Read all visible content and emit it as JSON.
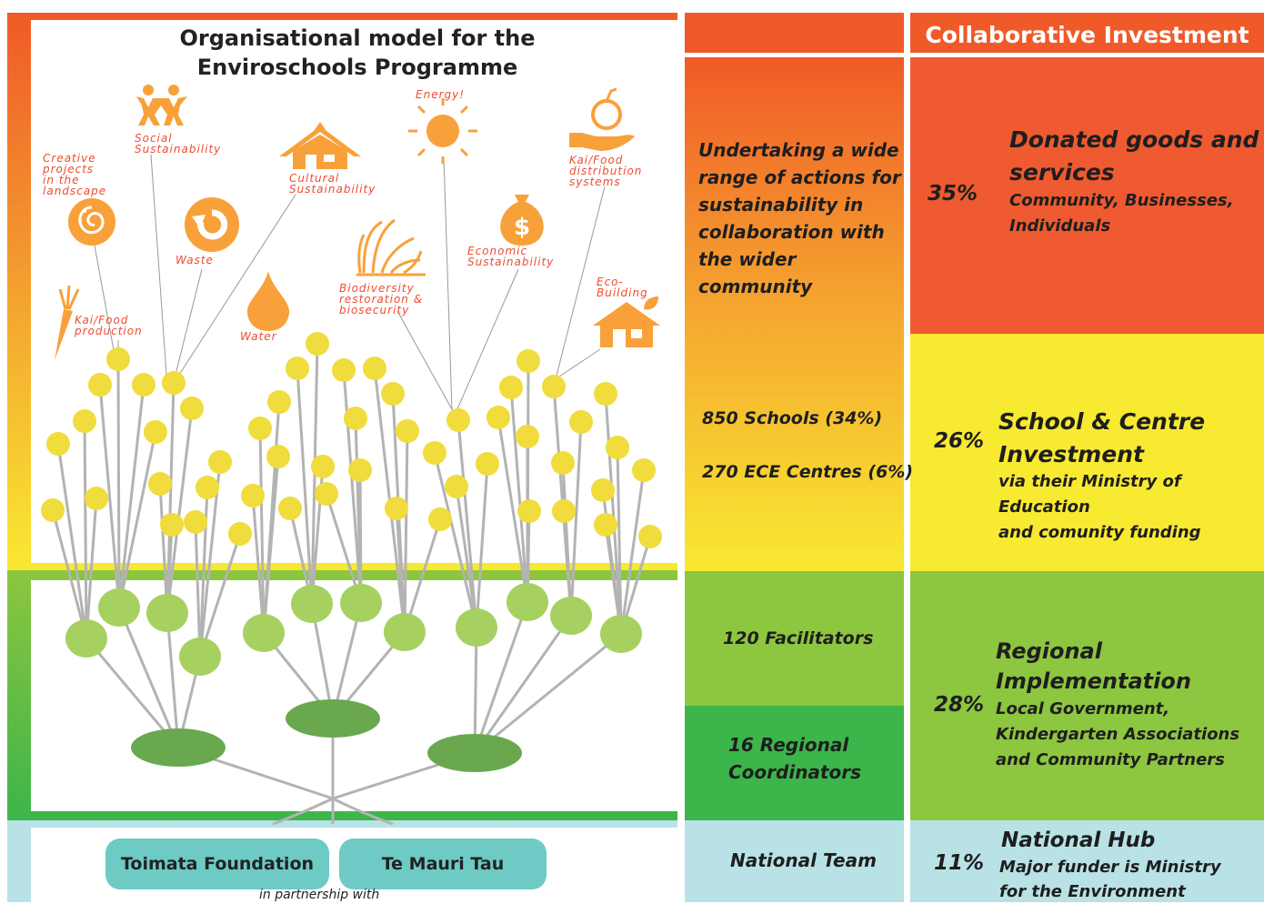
{
  "title": {
    "line1": "Organisational model for the",
    "line2": "Enviroschools Programme"
  },
  "icons": {
    "social": {
      "name": "people-icon",
      "label1": "Social",
      "label2": "Sustainability"
    },
    "creative": {
      "name": "koru-spiral-icon",
      "label1": "Creative",
      "label2": "projects",
      "label3": "in the",
      "label4": "landscape"
    },
    "cultural": {
      "name": "meeting-house-icon",
      "label1": "Cultural",
      "label2": "Sustainability"
    },
    "energy": {
      "name": "sun-icon",
      "label1": "Energy!"
    },
    "kai_distribution": {
      "name": "hand-apple-icon",
      "label1": "Kai/Food",
      "label2": "distribution",
      "label3": "systems"
    },
    "waste": {
      "name": "recycle-arrow-icon",
      "label1": "Waste"
    },
    "economic": {
      "name": "money-bag-icon",
      "label1": "Economic",
      "label2": "Sustainability"
    },
    "biodiversity": {
      "name": "plant-icon",
      "label1": "Biodiversity",
      "label2": "restoration &",
      "label3": "biosecurity"
    },
    "eco_building": {
      "name": "house-leaf-icon",
      "label1": "Eco-",
      "label2": "Building"
    },
    "kai_production": {
      "name": "carrot-icon",
      "label1": "Kai/Food",
      "label2": "production"
    },
    "water": {
      "name": "water-drop-icon",
      "label1": "Water"
    }
  },
  "middle": {
    "actions": {
      "line1": "Undertaking a wide",
      "line2": "range of actions for",
      "line3": "sustainability in",
      "line4": "collaboration with",
      "line5": "the wider community"
    },
    "schools": "850 Schools (34%)",
    "ece": "270 ECE Centres (6%)",
    "facilitators": "120 Facilitators",
    "coordinators": {
      "line1": "16 Regional",
      "line2": "Coordinators"
    },
    "national": "National Team"
  },
  "investment": {
    "header": "Collaborative Investment",
    "rows": [
      {
        "pct": "35%",
        "title1": "Donated goods and",
        "title2": "services",
        "desc1": "Community, Businesses,",
        "desc2": "Individuals",
        "desc3": ""
      },
      {
        "pct": "26%",
        "title1": "School & Centre",
        "title2": "Investment",
        "desc1": "via their Ministry of Education",
        "desc2": "and comunity funding",
        "desc3": ""
      },
      {
        "pct": "28%",
        "title1": "Regional",
        "title2": "Implementation",
        "desc1": "Local Government,",
        "desc2": "Kindergarten Associations",
        "desc3": "and Community Partners"
      },
      {
        "pct": "11%",
        "title1": "National Hub",
        "title2": "",
        "desc1": "Major funder is Ministry",
        "desc2": "for the Environment",
        "desc3": ""
      }
    ]
  },
  "foundations": {
    "toimata": "Toimata Foundation",
    "temauri": "Te Mauri Tau",
    "partnership": "in partnership with"
  },
  "colors": {
    "orange": "#f05a28",
    "yellow": "#f8e931",
    "green_light": "#8dc63f",
    "green_dark": "#3cb54a",
    "teal": "#b9e2e6",
    "red": "#ef5a30",
    "ball_yellow": "#f0dc3c",
    "ball_lightgreen": "#a6d160",
    "ball_darkgreen": "#6aa84f",
    "pill_teal": "#6ecac4",
    "stem_grey": "#b3b3b3",
    "icon_orange": "#f8a13a"
  }
}
